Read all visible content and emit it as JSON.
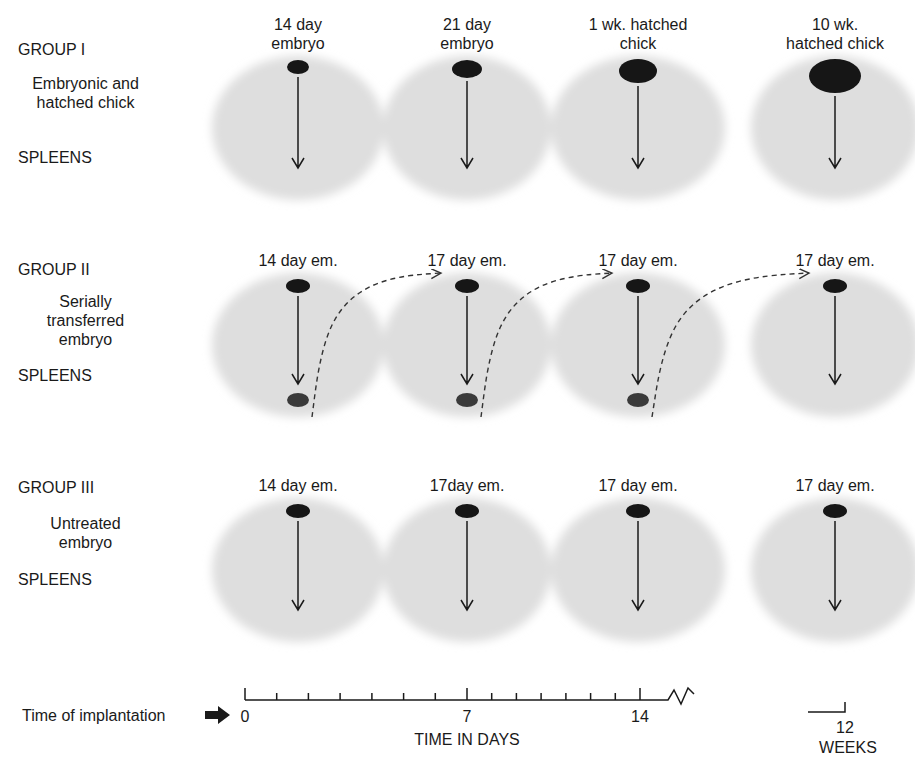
{
  "diagram": {
    "nodes": [
      {
        "text": [
          "14 day embryo"
        ]
      },
      {
        "text": [
          "21 day embryo"
        ]
      },
      {
        "text": [
          "1 wk. hatched chick"
        ]
      },
      {
        "text": [
          "10 wk. hatched chick"
        ]
      },
      {
        "text": [
          "14 day em."
        ]
      },
      {
        "text": [
          "17 day em."
        ]
      },
      {
        "text": [
          "17 day em."
        ]
      },
      {
        "text": [
          "17 day em."
        ]
      },
      {
        "text": [
          "14 day em."
        ]
      },
      {
        "text": [
          "17day em."
        ]
      },
      {
        "text": [
          "17 day em."
        ]
      },
      {
        "text": [
          "17 day em."
        ]
      }
    ],
    "edges": [
      {
        "from": 4,
        "to": 5,
        "arrow": "to"
      },
      {
        "from": 5,
        "to": 6,
        "arrow": "to"
      },
      {
        "from": 6,
        "to": 7,
        "arrow": "to"
      }
    ],
    "labels": [
      "GROUP I",
      "Embryonic and hatched chick",
      "SPLEENS",
      "GROUP II",
      "Serially transferred embryo",
      "SPLEENS",
      "GROUP III",
      "Untreated embryo",
      "SPLEENS",
      "Time of implantation",
      "0",
      "7",
      "14",
      "TIME IN DAYS",
      "12",
      "WEEKS"
    ]
  }
}
